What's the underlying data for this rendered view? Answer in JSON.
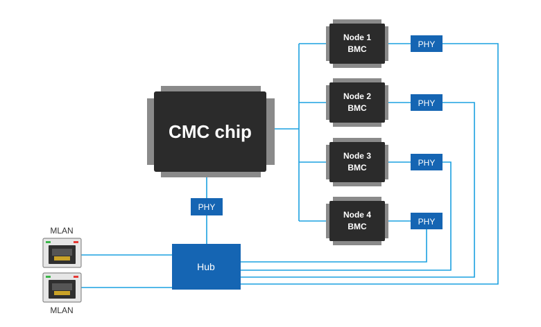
{
  "cmc": {
    "label": "CMC chip"
  },
  "nodes": [
    {
      "line1": "Node 1",
      "line2": "BMC"
    },
    {
      "line1": "Node 2",
      "line2": "BMC"
    },
    {
      "line1": "Node 3",
      "line2": "BMC"
    },
    {
      "line1": "Node 4",
      "line2": "BMC"
    }
  ],
  "phy_label": "PHY",
  "hub_label": "Hub",
  "mlan_label": "MLAN",
  "colors": {
    "wire": "#1aa0e0",
    "box": "#1565b3",
    "chip": "#2b2b2b",
    "pin": "#8a8a8a"
  }
}
